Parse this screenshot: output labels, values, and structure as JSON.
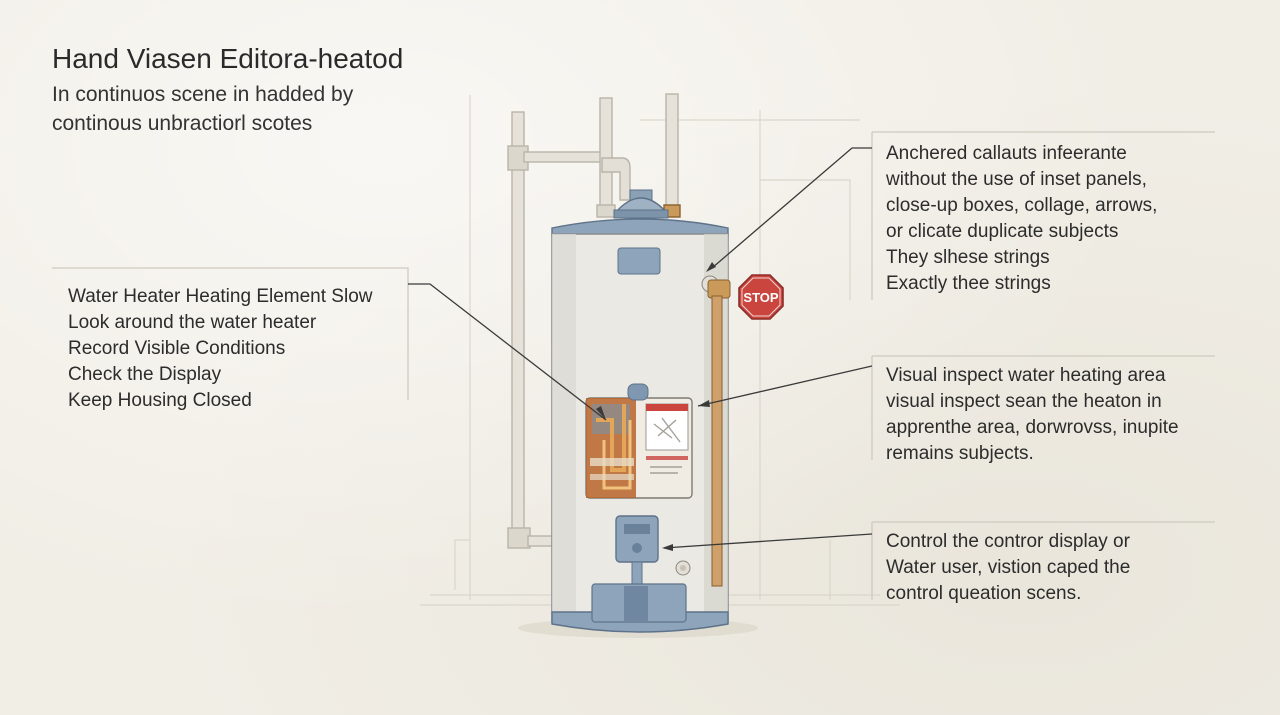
{
  "header": {
    "title": "Hand Viasen Editora-heatod",
    "subtitle_lines": [
      "In continuos scene in hadded by",
      "continous unbractiorl scotes"
    ]
  },
  "callouts": {
    "left": {
      "lines": [
        "Water Heater Heating Element Slow",
        "Look around the water heater",
        "Record Visible Conditions",
        "Check the Display",
        "Keep Housing Closed"
      ]
    },
    "right_top": {
      "lines": [
        "Anchered callauts infeerante",
        "without the use of inset panels,",
        "close-up boxes, collage, arrows,",
        "or clicate duplicate subjects",
        "They slhese strings",
        "Exactly thee strings"
      ]
    },
    "right_mid": {
      "lines": [
        "Visual inspect water heating area",
        "visual inspect sean the heaton in",
        "apprenthe area, dorwrovss, inupite",
        "remains subjects."
      ]
    },
    "right_bot": {
      "lines": [
        "Control the contror display or",
        "Water user, vistion caped the",
        "control queation scens."
      ]
    }
  },
  "illustration": {
    "stop_sign_text": "STOP",
    "colors": {
      "tank_body": "#e9e7e1",
      "tank_trim": "#7f97b0",
      "stop_red": "#c9453e",
      "heating_panel": "#b6602a",
      "pipe": "#d8d4ca",
      "leader_line": "#3a3a3a"
    }
  }
}
